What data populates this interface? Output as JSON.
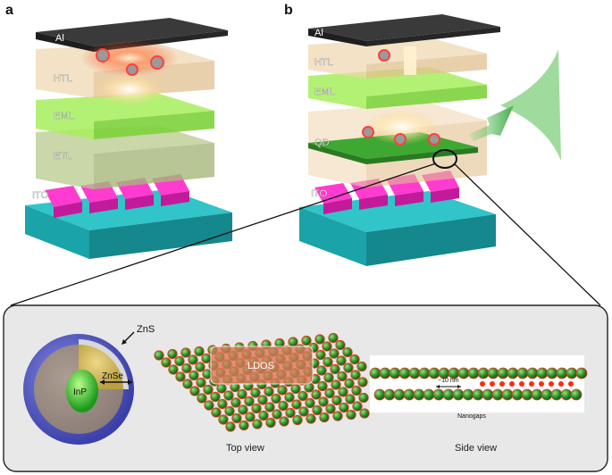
{
  "panels": {
    "a": "a",
    "b": "b"
  },
  "stack_a": {
    "al": "Al",
    "htl": "HTL",
    "eml": "EML",
    "etl": "ETL",
    "ito": "ITO"
  },
  "stack_b": {
    "al": "Al",
    "htl": "HTL",
    "eml": "EML",
    "qd": "QD",
    "ito": "ITO"
  },
  "inset": {
    "shell_outer": "ZnS",
    "shell_inner": "ZnSe",
    "core": "InP",
    "ldos": "LDOS",
    "top_view": "Top view",
    "side_view": "Side view",
    "spacing": "~10 nm",
    "nanogaps": "Nanogaps"
  },
  "colors": {
    "al": "#2d2d2d",
    "htl": "#e8c9a0",
    "eml": "#8fe04a",
    "etl": "#b9c98a",
    "ito": "#ff33cc",
    "substrate": "#1fb2b8",
    "qd": "#3a9a2e",
    "panel_bg": "#e8e8e8"
  }
}
